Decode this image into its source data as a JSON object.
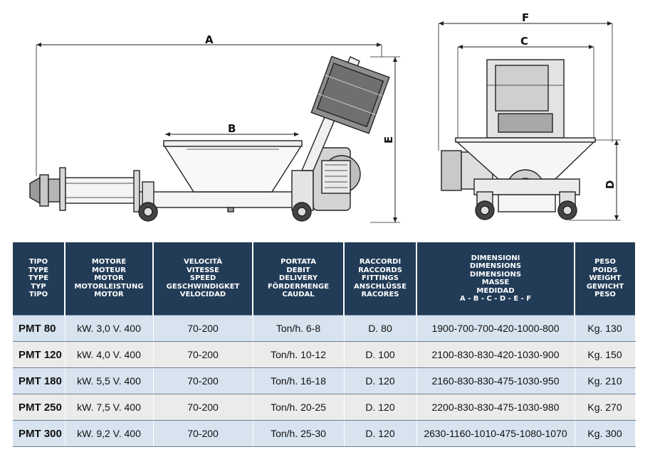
{
  "dimensions": {
    "a": "A",
    "b": "B",
    "c": "C",
    "d": "D",
    "e": "E",
    "f": "F"
  },
  "table": {
    "headers": [
      [
        "TIPO",
        "TYPE",
        "TYPE",
        "TYP",
        "TIPO"
      ],
      [
        "MOTORE",
        "MOTEUR",
        "MOTOR",
        "MOTORLEISTUNG",
        "MOTOR"
      ],
      [
        "VELOCITÀ",
        "VITESSE",
        "SPEED",
        "GESCHWINDIGKET",
        "VELOCIDAD"
      ],
      [
        "PORTATA",
        "DEBIT",
        "DELIVERY",
        "FÖRDERMENGE",
        "CAUDAL"
      ],
      [
        "RACCORDI",
        "RACCORDS",
        "FITTINGS",
        "ANSCHLÜSSE",
        "RACORES"
      ],
      [
        "DIMENSIONI",
        "DIMENSIONS",
        "DIMENSIONS",
        "MASSE",
        "MEDIDAD",
        "A - B - C - D - E - F"
      ],
      [
        "PESO",
        "POIDS",
        "WEIGHT",
        "GEWICHT",
        "PESO"
      ]
    ],
    "rows": [
      [
        "PMT 80",
        "kW. 3,0  V. 400",
        "70-200",
        "Ton/h. 6-8",
        "D. 80",
        "1900-700-700-420-1000-800",
        "Kg. 130"
      ],
      [
        "PMT 120",
        "kW. 4,0  V. 400",
        "70-200",
        "Ton/h. 10-12",
        "D. 100",
        "2100-830-830-420-1030-900",
        "Kg. 150"
      ],
      [
        "PMT 180",
        "kW. 5,5  V. 400",
        "70-200",
        "Ton/h. 16-18",
        "D. 120",
        "2160-830-830-475-1030-950",
        "Kg. 210"
      ],
      [
        "PMT 250",
        "kW. 7,5  V. 400",
        "70-200",
        "Ton/h. 20-25",
        "D. 120",
        "2200-830-830-475-1030-980",
        "Kg. 270"
      ],
      [
        "PMT 300",
        "kW. 9,2  V. 400",
        "70-200",
        "Ton/h. 25-30",
        "D. 120",
        "2630-1160-1010-475-1080-1070",
        "Kg. 300"
      ]
    ]
  },
  "colors": {
    "header_bg": "#223c57",
    "row_odd": "#d7e3ef",
    "row_even": "#ebebeb"
  }
}
